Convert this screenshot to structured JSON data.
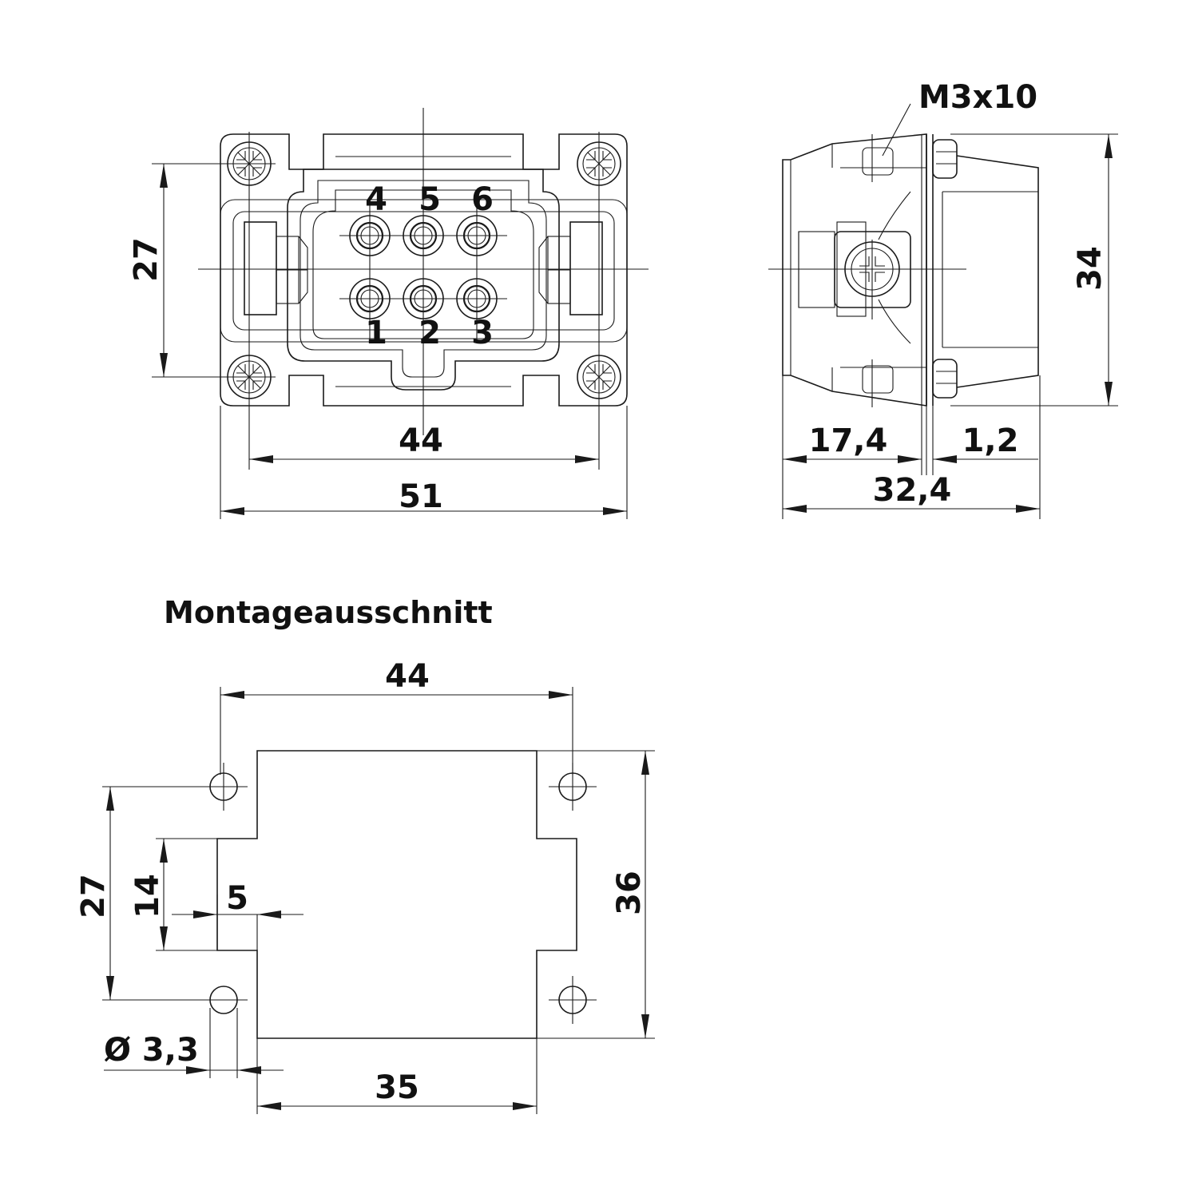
{
  "front_view": {
    "pins_top": [
      "4",
      "5",
      "6"
    ],
    "pins_bottom": [
      "1",
      "2",
      "3"
    ],
    "dim_height": "27",
    "dim_hole_spacing": "44",
    "dim_width": "51"
  },
  "side_view": {
    "screw_label": "M3x10",
    "dim_height": "34",
    "dim_depth_front": "17,4",
    "dim_flange": "1,2",
    "dim_depth_total": "32,4"
  },
  "cutout": {
    "title": "Montageausschnitt",
    "dim_hole_spacing": "44",
    "dim_hole_vertical": "27",
    "dim_notch_height": "14",
    "dim_notch_depth": "5",
    "dim_height": "36",
    "dim_hole_diameter": "Ø 3,3",
    "dim_width": "35"
  },
  "colors": {
    "line": "#1a1a1a",
    "background": "#ffffff"
  }
}
